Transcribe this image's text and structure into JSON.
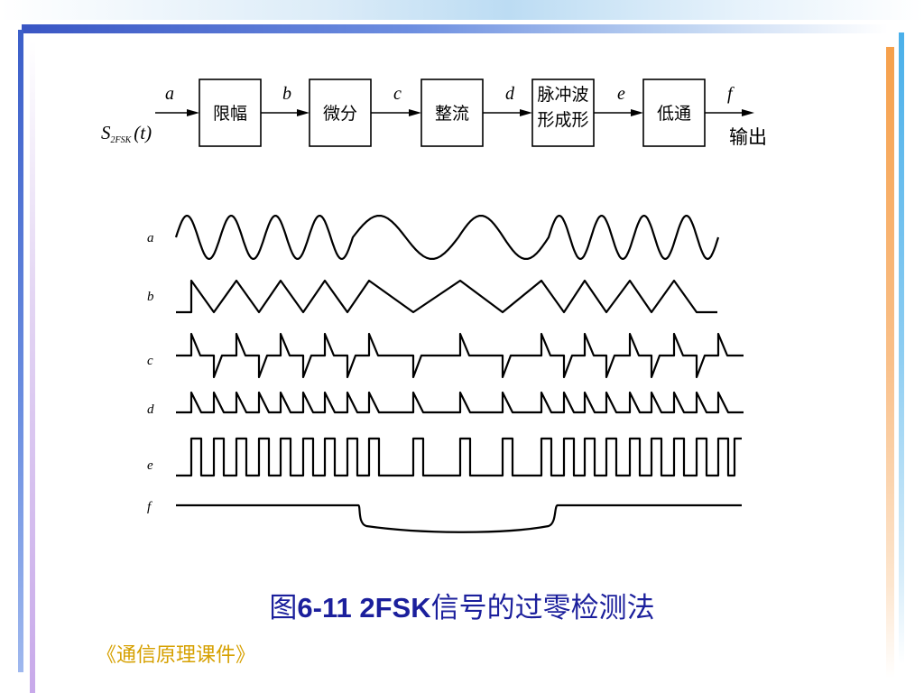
{
  "blocks": [
    "限幅",
    "微分",
    "整流",
    "脉冲波\n形成形",
    "低通"
  ],
  "signal_labels": [
    "a",
    "b",
    "c",
    "d",
    "e",
    "f"
  ],
  "input": {
    "symbol": "S",
    "subscript": "2FSK",
    "arg": "(t)"
  },
  "output_label": "输出",
  "waveform_labels": [
    "a",
    "b",
    "c",
    "d",
    "e",
    "f"
  ],
  "caption": {
    "prefix": "图",
    "number": "6-11  2FSK",
    "text": "信号的过零检测法"
  },
  "footer": "《通信原理课件》",
  "colors": {
    "caption": "#1b1f9c",
    "footer": "#d6a000",
    "line": "#000000"
  }
}
